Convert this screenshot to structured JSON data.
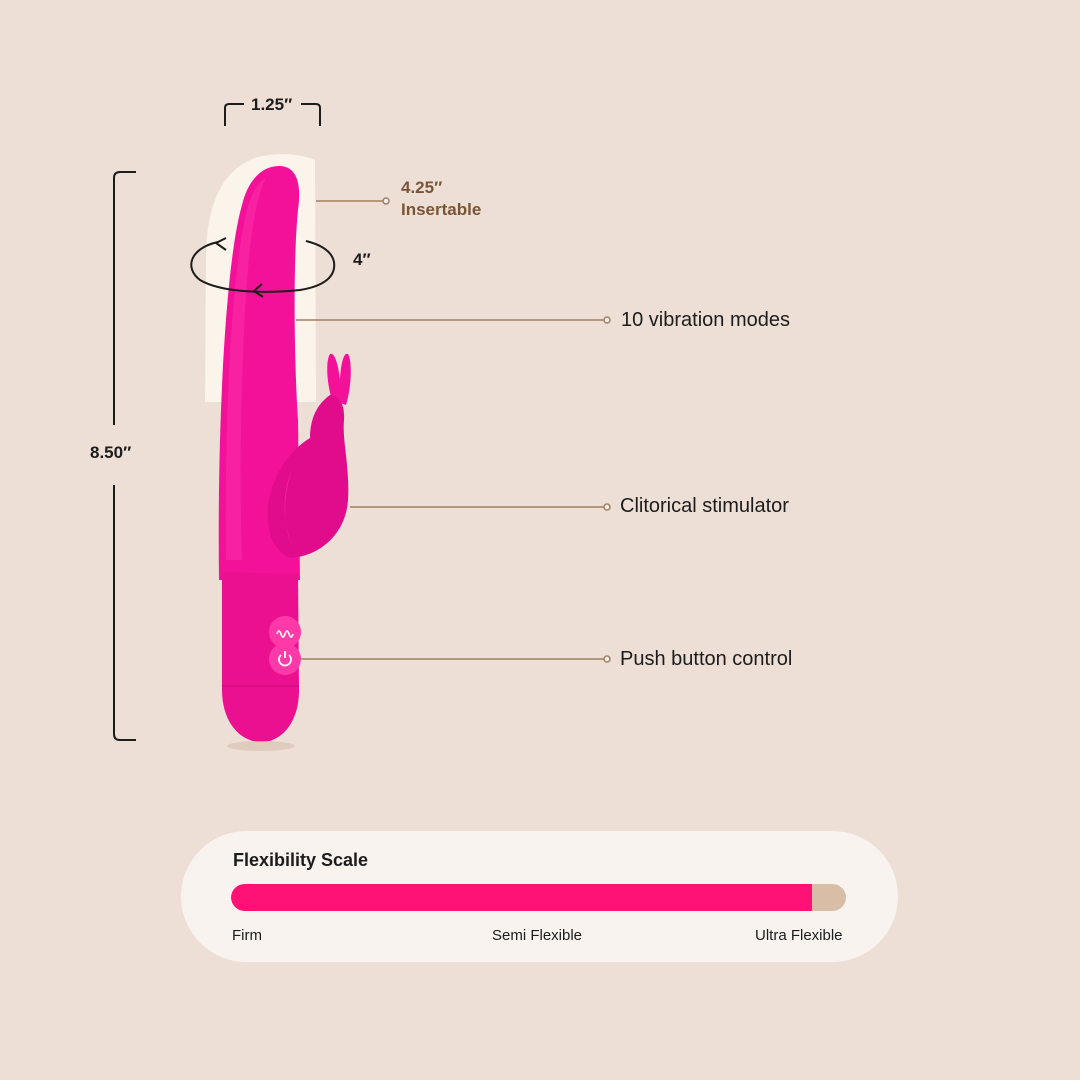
{
  "dimensions": {
    "width": "1.25″",
    "length": "8.50″",
    "insertable_length": "4.25″",
    "insertable_label": "Insertable",
    "circumference": "4″"
  },
  "features": [
    {
      "label": "10 vibration modes"
    },
    {
      "label": "Clitorical stimulator"
    },
    {
      "label": "Push button control"
    }
  ],
  "flexibility": {
    "title": "Flexibility Scale",
    "level": 0.945,
    "labels": [
      "Firm",
      "Semi Flexible",
      "Ultra Flexible"
    ]
  },
  "colors": {
    "background": "#eddfd5",
    "product_pink": "#f4119a",
    "scale_fill": "#ff1275",
    "scale_track": "#d8bea7",
    "callout_line": "#a57e62",
    "insertable_text": "#7a5535"
  },
  "icons": [
    "vibration-wave-icon",
    "power-icon",
    "rotation-arrow-icon"
  ]
}
